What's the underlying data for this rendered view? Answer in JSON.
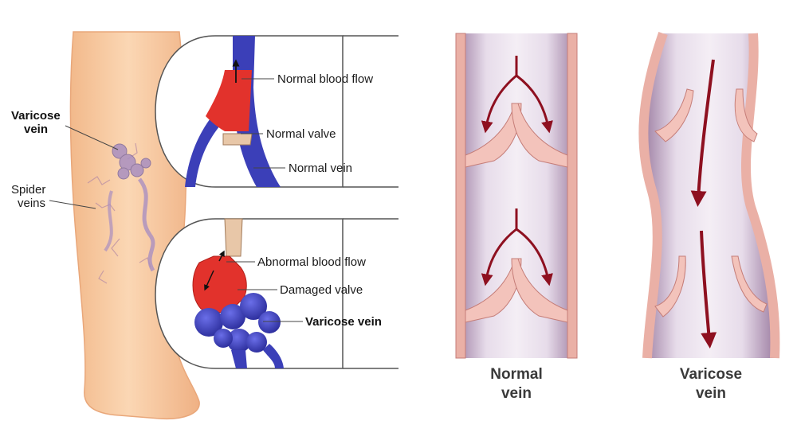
{
  "leg_labels": {
    "varicose_vein_line1": "Varicose",
    "varicose_vein_line2": "vein",
    "spider_veins_line1": "Spider",
    "spider_veins_line2": "veins"
  },
  "top_inset": {
    "normal_blood_flow": "Normal blood flow",
    "normal_valve": "Normal valve",
    "normal_vein": "Normal vein"
  },
  "bottom_inset": {
    "abnormal_blood_flow": "Abnormal blood flow",
    "damaged_valve": "Damaged valve",
    "varicose_vein": "Varicose vein"
  },
  "comparison": {
    "normal_line1": "Normal",
    "normal_line2": "vein",
    "varicose_line1": "Varicose",
    "varicose_line2": "vein"
  },
  "colors": {
    "skin": "#f7c9a0",
    "vein_blue": "#3b3fb8",
    "blood_red": "#e2322c",
    "vessel_wall": "#e8a7a0",
    "vessel_inner": "#cdb6cf",
    "arrow_red": "#8e1020"
  }
}
